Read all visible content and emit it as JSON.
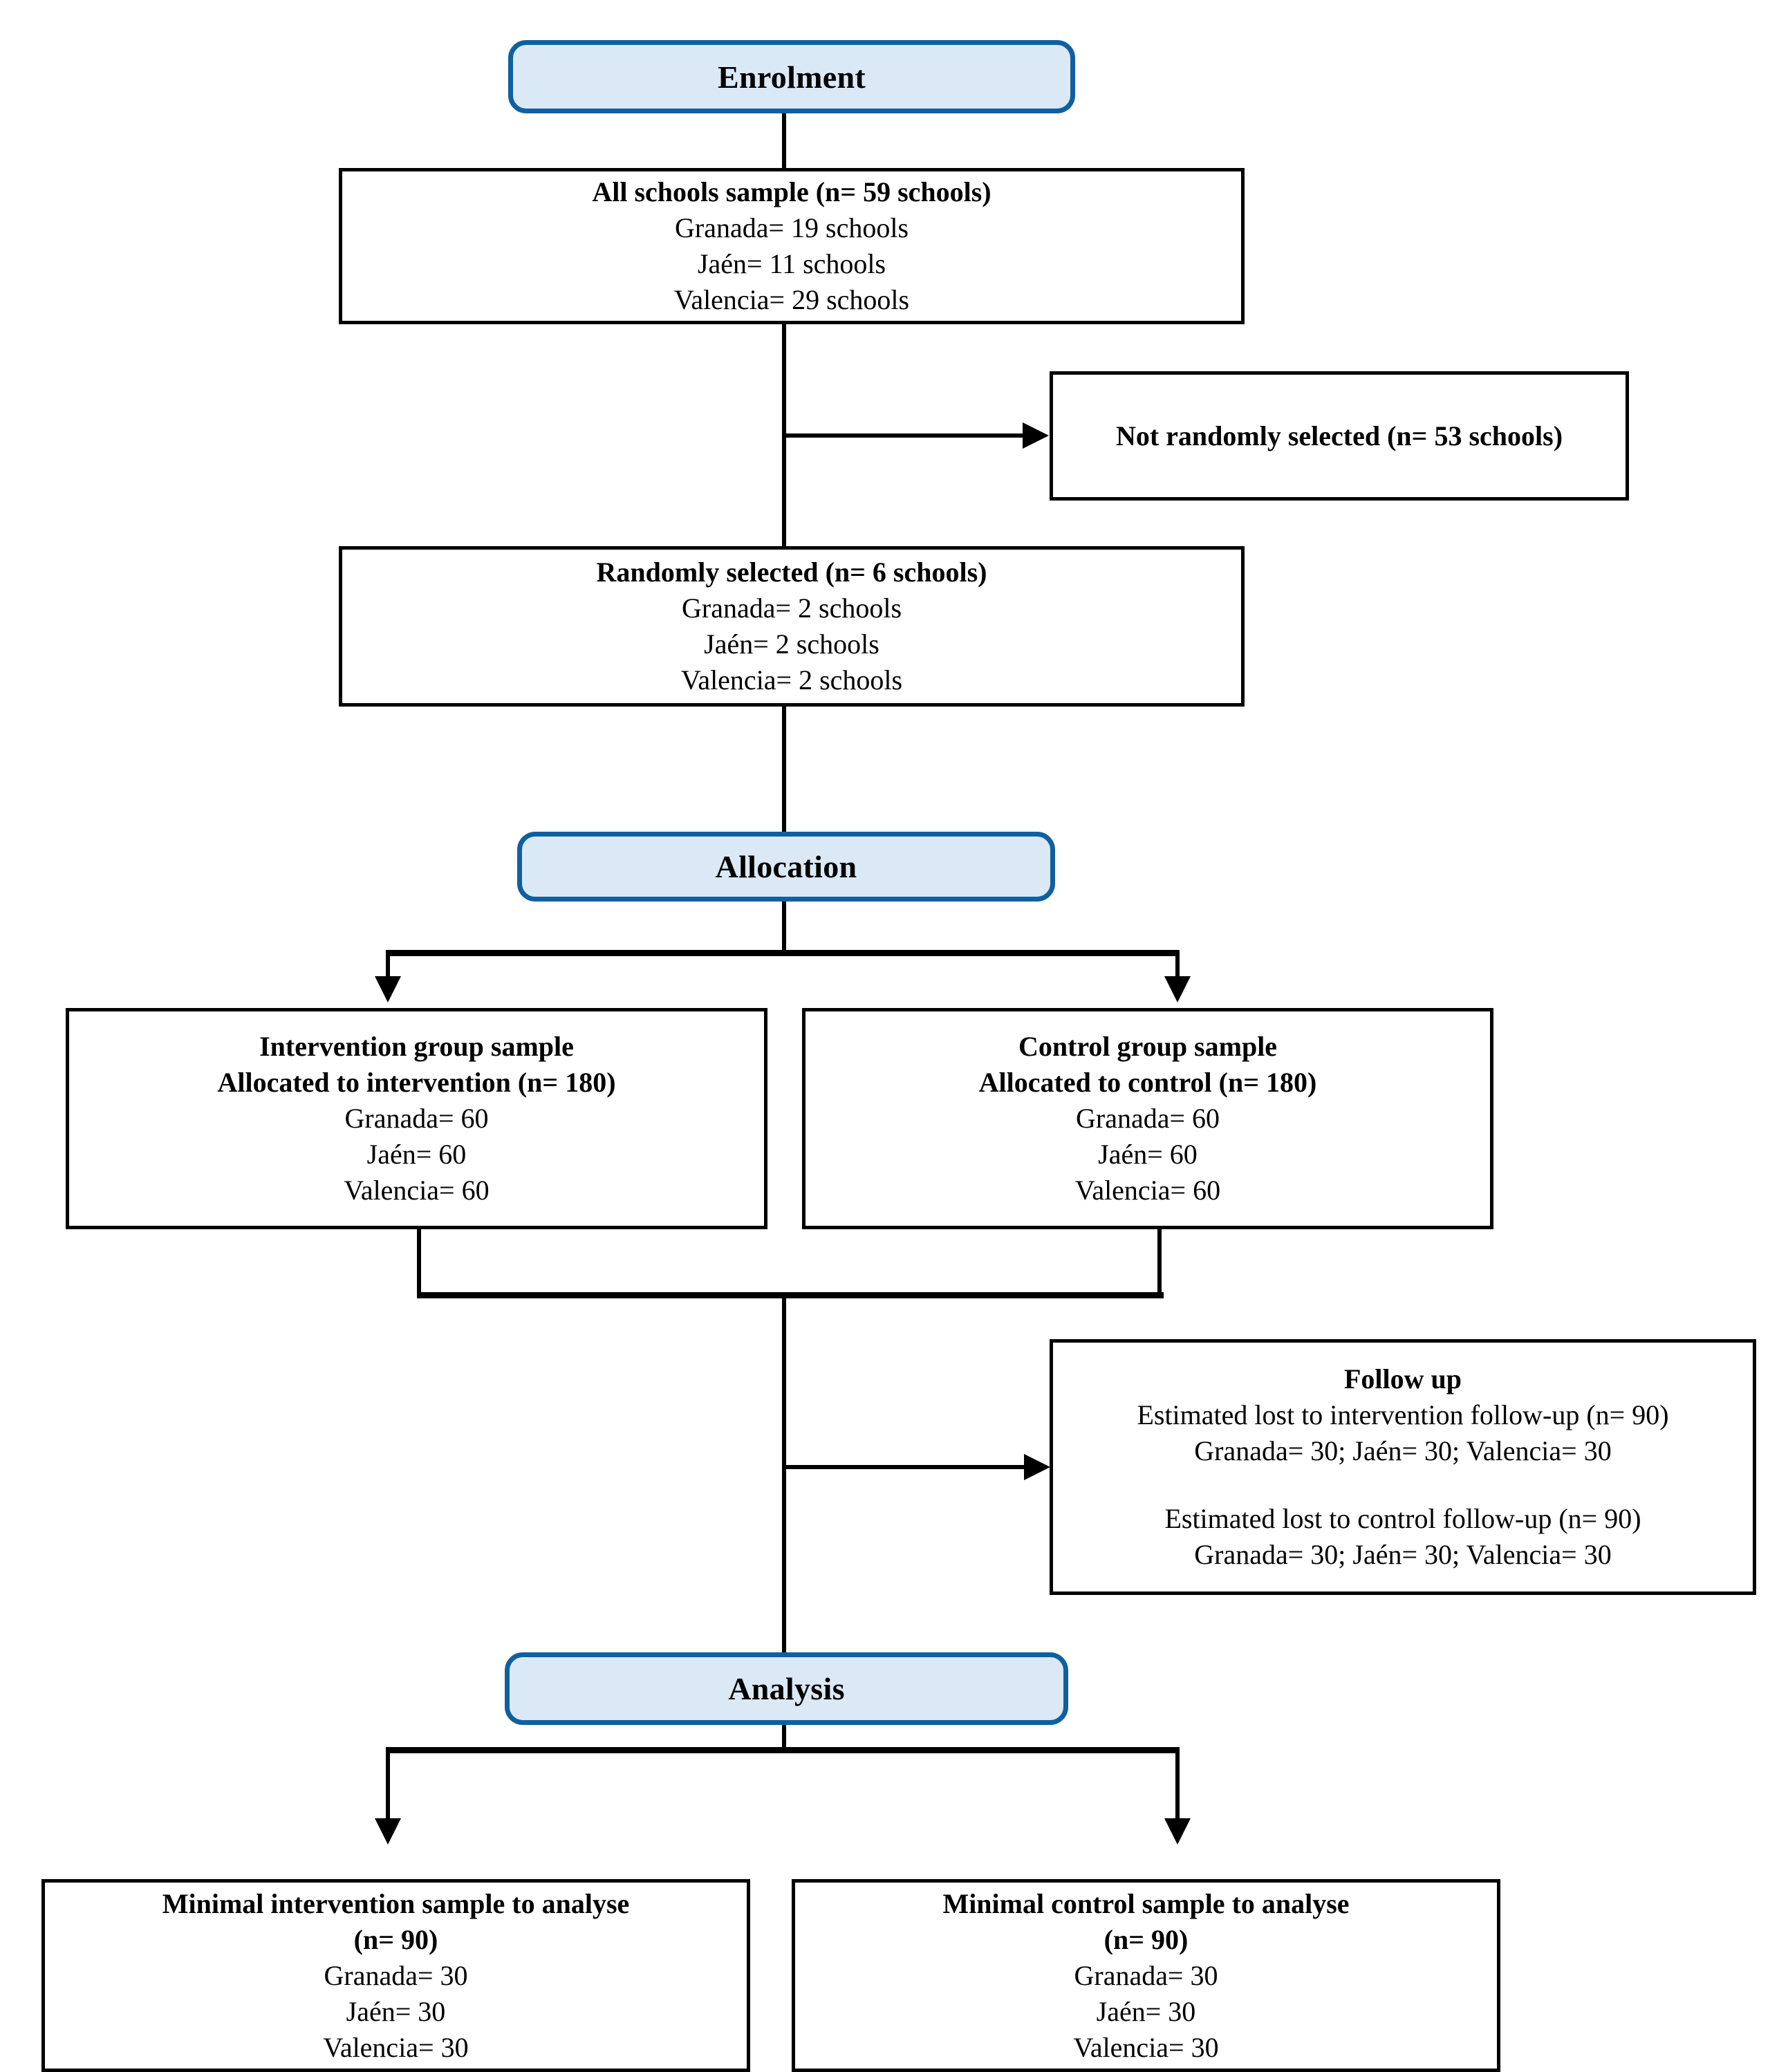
{
  "diagram": {
    "title": "CONSORT participant flow diagram",
    "colors": {
      "stage_fill": "#dbe9f6",
      "stage_border": "#1060a0",
      "box_border": "#000000",
      "connector": "#000000",
      "background": "#ffffff"
    }
  },
  "stages": {
    "enrolment": "Enrolment",
    "allocation": "Allocation",
    "analysis": "Analysis"
  },
  "boxes": {
    "all_schools": {
      "heading": "All schools sample (n= 59 schools)",
      "lines": [
        "Granada= 19 schools",
        "Jaén= 11 schools",
        "Valencia= 29 schools"
      ]
    },
    "not_randomly_selected": {
      "heading": "Not randomly selected (n= 53 schools)"
    },
    "randomly_selected": {
      "heading": "Randomly selected (n= 6 schools)",
      "lines": [
        "Granada= 2 schools",
        "Jaén= 2 schools",
        "Valencia= 2 schools"
      ]
    },
    "intervention_group": {
      "heading1": "Intervention group sample",
      "heading2": "Allocated to intervention (n= 180)",
      "lines": [
        "Granada= 60",
        "Jaén= 60",
        "Valencia= 60"
      ]
    },
    "control_group": {
      "heading1": "Control group sample",
      "heading2": "Allocated to control (n= 180)",
      "lines": [
        "Granada= 60",
        "Jaén= 60",
        "Valencia= 60"
      ]
    },
    "follow_up": {
      "heading": "Follow up",
      "intervention_lost": "Estimated lost to intervention follow-up (n= 90)",
      "intervention_detail": "Granada= 30; Jaén= 30; Valencia= 30",
      "control_lost": "Estimated lost to control follow-up (n= 90)",
      "control_detail": "Granada= 30; Jaén= 30; Valencia= 30"
    },
    "minimal_intervention": {
      "heading1": "Minimal intervention sample to analyse",
      "heading2": "(n= 90)",
      "lines": [
        "Granada= 30",
        "Jaén= 30",
        "Valencia= 30"
      ]
    },
    "minimal_control": {
      "heading1": "Minimal control sample to analyse",
      "heading2": "(n= 90)",
      "lines": [
        "Granada= 30",
        "Jaén= 30",
        "Valencia= 30"
      ]
    }
  }
}
